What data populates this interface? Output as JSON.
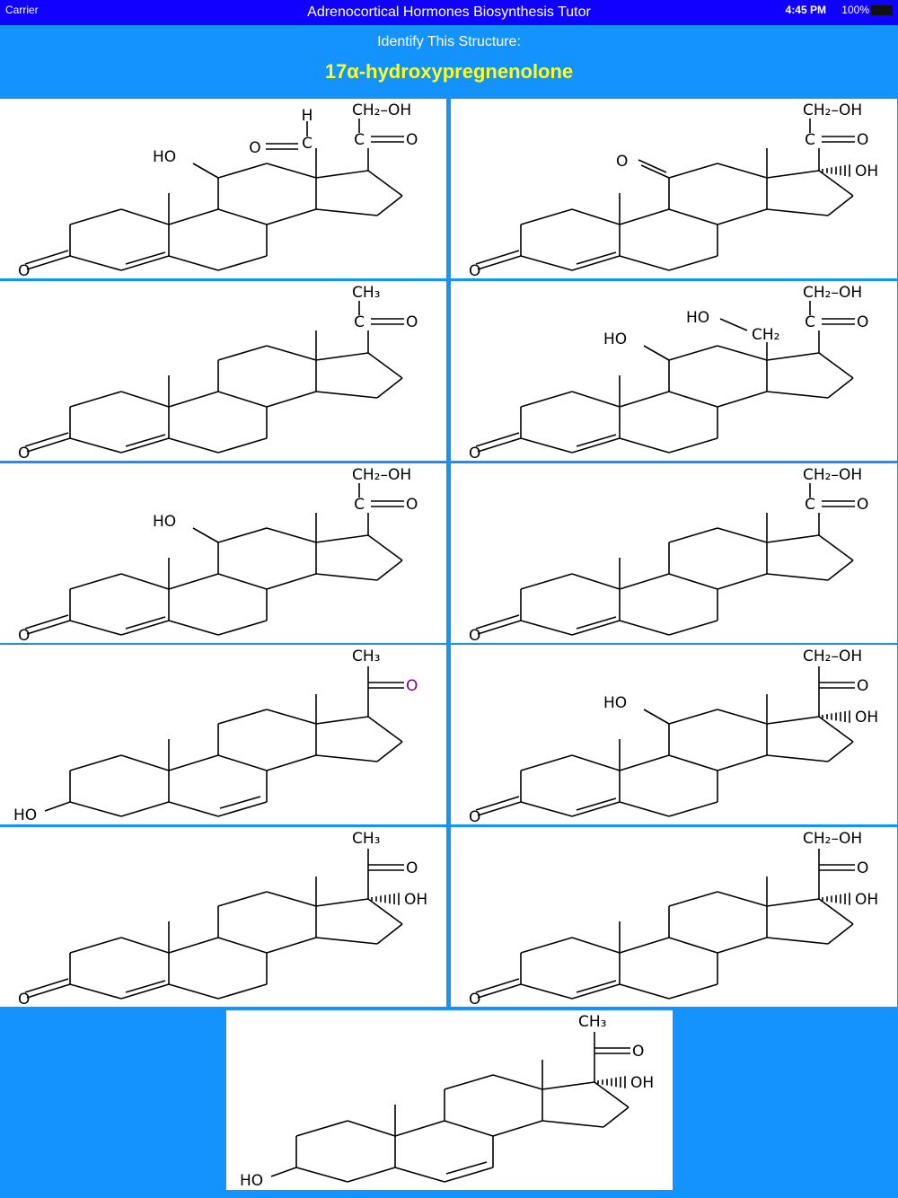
{
  "status_bar": {
    "carrier": "Carrier",
    "time": "4:45 PM",
    "battery": "100%"
  },
  "app_title": "Adrenocortical Hormones Biosynthesis Tutor",
  "prompt": "Identify This Structure:",
  "answer": "17α-hydroxypregnenolone",
  "colors": {
    "status_bar": "#1000ff",
    "background": "#1493ff",
    "answer": "#ffff1a"
  },
  "cells": [
    {
      "name": "aldosterone",
      "ring": "4-ene-3-one",
      "labels": {
        "side_chain": "CH₂–OH",
        "carbonyl_c": "C",
        "carbonyl_o": "O",
        "ketone_o": "O",
        "ho11": "HO",
        "ald_h": "H",
        "ald_c": "C",
        "ald_o": "O"
      }
    },
    {
      "name": "cortisone",
      "ring": "4-ene-3-one",
      "labels": {
        "side_chain": "CH₂–OH",
        "carbonyl_c": "C",
        "carbonyl_o": "O",
        "ketone_o": "O",
        "o11": "O",
        "oh17": "OH"
      }
    },
    {
      "name": "progesterone",
      "ring": "4-ene-3-one",
      "labels": {
        "side_chain": "CH₃",
        "carbonyl_c": "C",
        "carbonyl_o": "O",
        "ketone_o": "O"
      }
    },
    {
      "name": "18-hydroxycorticosterone",
      "ring": "4-ene-3-one",
      "labels": {
        "side_chain": "CH₂–OH",
        "carbonyl_c": "C",
        "carbonyl_o": "O",
        "ketone_o": "O",
        "ho11": "HO",
        "ho18": "HO",
        "ch2_18": "CH₂"
      }
    },
    {
      "name": "corticosterone",
      "ring": "4-ene-3-one",
      "labels": {
        "side_chain": "CH₂–OH",
        "carbonyl_c": "C",
        "carbonyl_o": "O",
        "ketone_o": "O",
        "ho11": "HO"
      }
    },
    {
      "name": "11-deoxycorticosterone",
      "ring": "4-ene-3-one",
      "labels": {
        "side_chain": "CH₂–OH",
        "carbonyl_c": "C",
        "carbonyl_o": "O",
        "ketone_o": "O"
      }
    },
    {
      "name": "pregnenolone",
      "ring": "5-ene-3-ol",
      "o_color": "#800080",
      "labels": {
        "side_chain": "CH₃",
        "carbonyl_o": "O",
        "ho3": "HO"
      }
    },
    {
      "name": "cortisol",
      "ring": "4-ene-3-one",
      "labels": {
        "side_chain": "CH₂–OH",
        "carbonyl_o": "O",
        "ketone_o": "O",
        "ho11": "HO",
        "oh17": "OH"
      }
    },
    {
      "name": "17-hydroxyprogesterone",
      "ring": "4-ene-3-one",
      "labels": {
        "side_chain": "CH₃",
        "carbonyl_o": "O",
        "ketone_o": "O",
        "oh17": "OH"
      }
    },
    {
      "name": "11-deoxycortisol",
      "ring": "4-ene-3-one",
      "labels": {
        "side_chain": "CH₂–OH",
        "carbonyl_o": "O",
        "ketone_o": "O",
        "oh17": "OH"
      }
    },
    {
      "name": "17-hydroxypregnenolone",
      "ring": "5-ene-3-ol",
      "labels": {
        "side_chain": "CH₃",
        "carbonyl_o": "O",
        "ho3": "HO",
        "oh17": "OH"
      }
    }
  ]
}
